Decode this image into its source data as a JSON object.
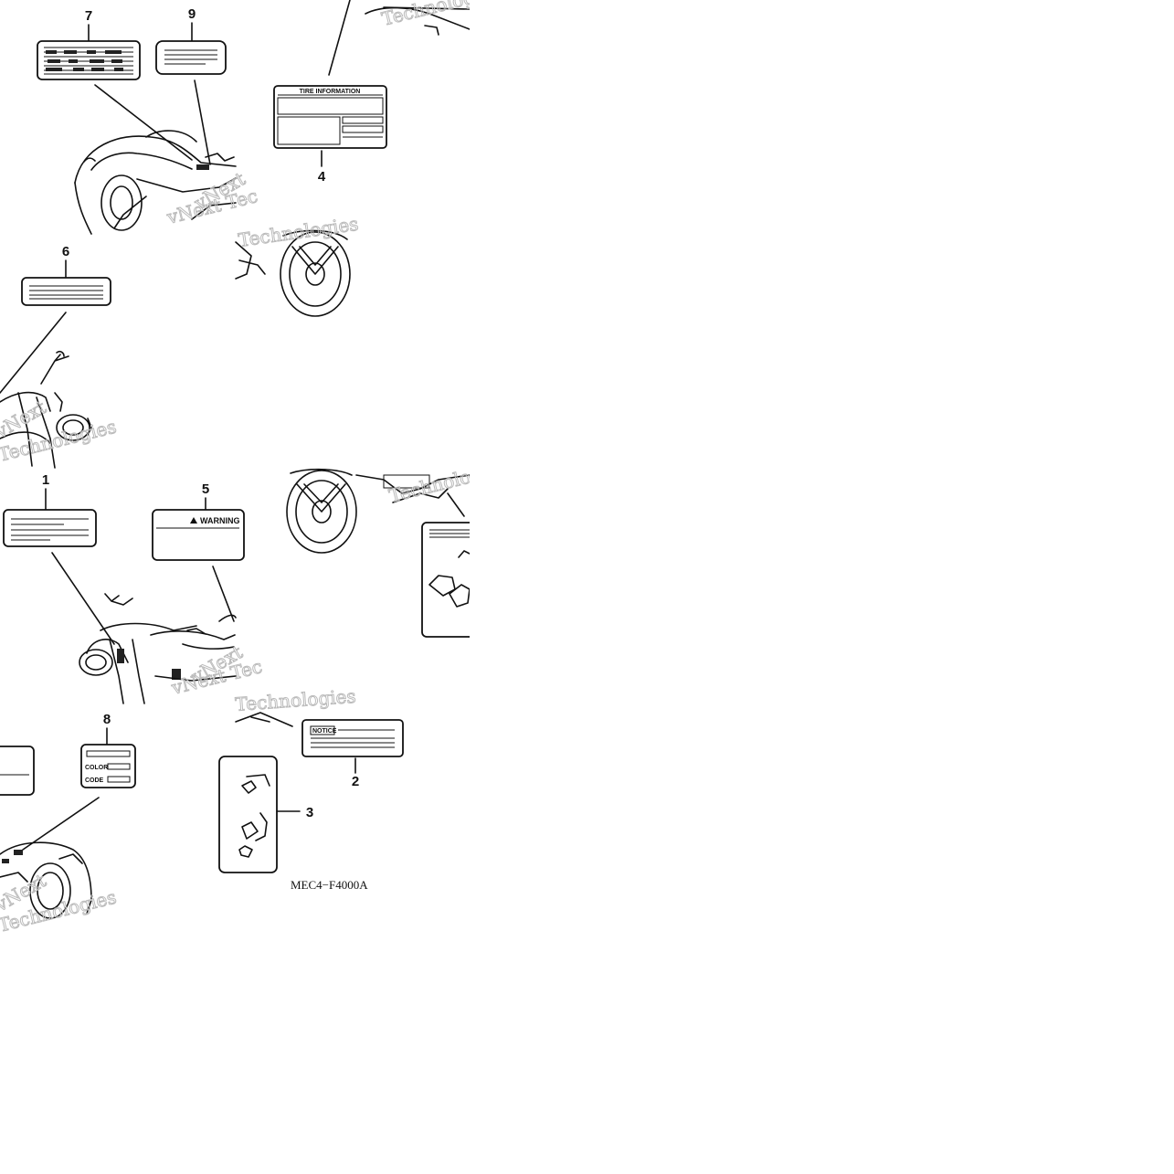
{
  "callouts": [
    "1",
    "2",
    "3",
    "4",
    "5",
    "6",
    "7",
    "8",
    "9"
  ],
  "labels": {
    "tire_information": "TIRE INFORMATION",
    "warning": "WARNING",
    "notice": "NOTICE",
    "color": "COLOR",
    "code": "CODE"
  },
  "diagram_code": "MEC4−F4000A",
  "watermark": {
    "v_next": "vNext",
    "technologies": "Technologies",
    "v_next_tech": "vNext Tec"
  }
}
